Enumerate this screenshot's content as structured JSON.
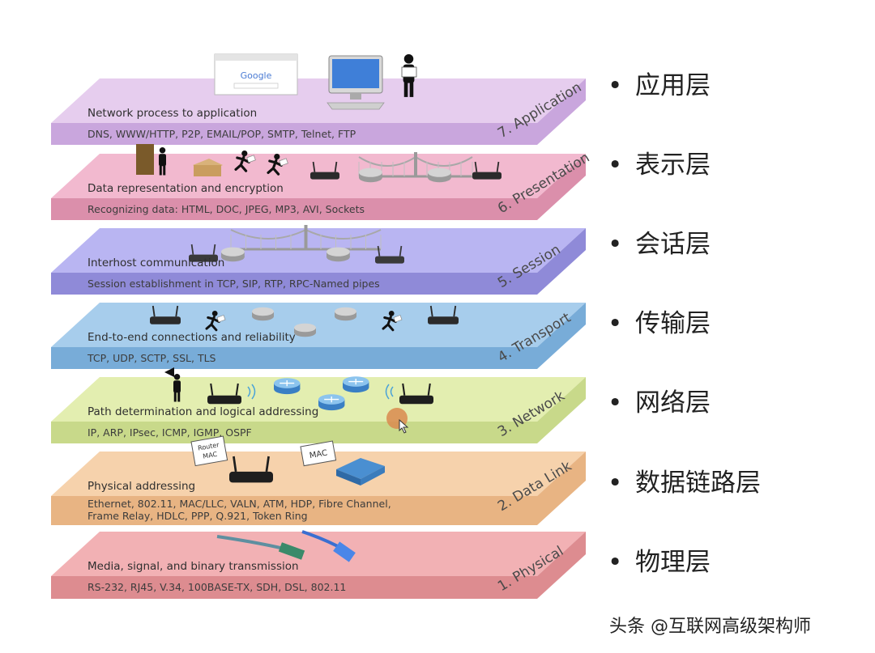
{
  "layers": [
    {
      "name": "7. Application",
      "desc": "Network process to application",
      "protocols": [
        "DNS, WWW/HTTP, P2P, EMAIL/POP, SMTP, Telnet, FTP"
      ],
      "top_color": "#e6cdee",
      "front_color": "#c9a6dd"
    },
    {
      "name": "6. Presentation",
      "desc": "Data representation and encryption",
      "protocols": [
        "Recognizing data: HTML, DOC, JPEG, MP3, AVI, Sockets"
      ],
      "top_color": "#f2b9cf",
      "front_color": "#db8fab"
    },
    {
      "name": "5. Session",
      "desc": "Interhost communication",
      "protocols": [
        "Session establishment in TCP, SIP, RTP, RPC-Named pipes"
      ],
      "top_color": "#b9b5f2",
      "front_color": "#8f8ad8"
    },
    {
      "name": "4. Transport",
      "desc": "End-to-end connections and reliability",
      "protocols": [
        "TCP, UDP, SCTP, SSL, TLS"
      ],
      "top_color": "#a7cdec",
      "front_color": "#78acd8"
    },
    {
      "name": "3. Network",
      "desc": "Path determination and logical addressing",
      "protocols": [
        "IP, ARP, IPsec, ICMP, IGMP, OSPF"
      ],
      "top_color": "#e3eeb0",
      "front_color": "#c8d98a"
    },
    {
      "name": "2. Data Link",
      "desc": "Physical addressing",
      "protocols": [
        "Ethernet, 802.11, MAC/LLC, VALN, ATM, HDP, Fibre Channel,",
        "Frame Relay, HDLC,  PPP, Q.921, Token Ring"
      ],
      "top_color": "#f6d2ac",
      "front_color": "#e8b483"
    },
    {
      "name": "1. Physical",
      "desc": "Media, signal, and binary transmission",
      "protocols": [
        "RS-232, RJ45, V.34, 100BASE-TX, SDH, DSL, 802.11"
      ],
      "top_color": "#f2b1b4",
      "front_color": "#dd8c90"
    }
  ],
  "cn_layers": [
    "应用层",
    "表示层",
    "会话层",
    "传输层",
    "网络层",
    "数据链路层",
    "物理层"
  ],
  "bullet": "•",
  "labels": {
    "google": "Google",
    "router_mac": [
      "Router",
      "MAC"
    ],
    "mac": "MAC"
  },
  "watermark": "头条 @互联网高级架构师"
}
